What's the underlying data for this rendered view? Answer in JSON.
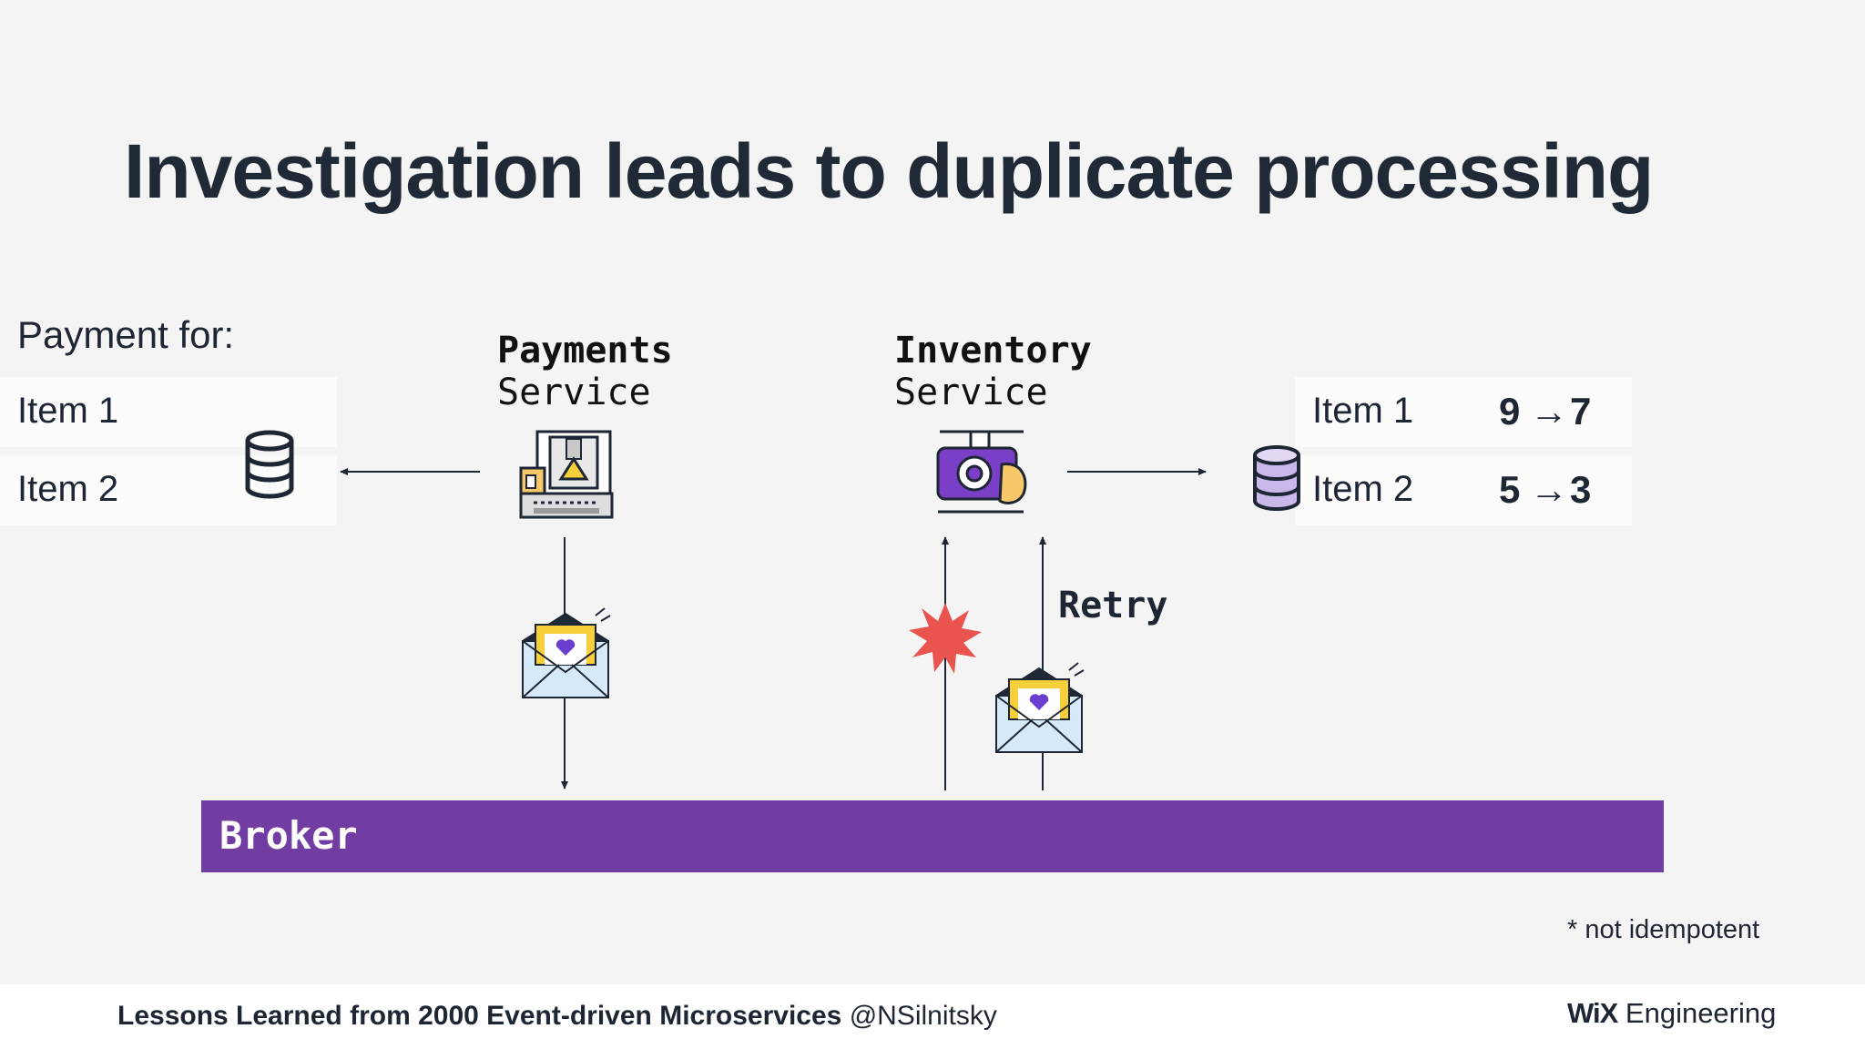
{
  "title": "Investigation leads to duplicate processing",
  "payment_for": {
    "label": "Payment for:",
    "items": [
      "Item 1",
      "Item 2"
    ]
  },
  "payments_service": {
    "line1": "Payments",
    "line2": "Service"
  },
  "inventory_service": {
    "line1": "Inventory",
    "line2": "Service"
  },
  "inventory_table": [
    {
      "item": "Item 1",
      "from": "9",
      "to": "7"
    },
    {
      "item": "Item 2",
      "from": "5",
      "to": "3"
    }
  ],
  "arrow_glyph": "→",
  "retry_label": "Retry",
  "broker_label": "Broker",
  "note": "* not idempotent",
  "footer": {
    "talk_title": "Lessons Learned from 2000 Event-driven Microservices",
    "handle": "@NSilnitsky",
    "brand_logo": "WiX",
    "brand_text": "Engineering"
  },
  "colors": {
    "broker": "#723da3",
    "explosion": "#e9544f",
    "purple_accent": "#6a3fd0",
    "envelope_yellow": "#f6cf3a",
    "envelope_blue": "#d6e9f8"
  },
  "icons": [
    "database-icon",
    "printer-machine-icon",
    "camera-scanner-icon",
    "envelope-heart-icon",
    "explosion-icon"
  ]
}
